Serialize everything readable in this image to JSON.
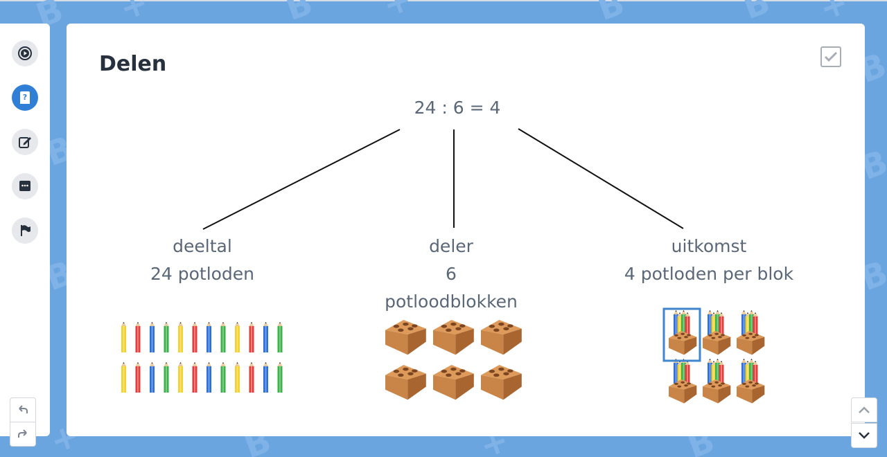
{
  "lesson": {
    "title": "Delen",
    "equation": "24 : 6 = 4",
    "columns": [
      {
        "term": "deeltal",
        "line1": "24 potloden",
        "line2": ""
      },
      {
        "term": "deler",
        "line1": "6",
        "line2": "potloodblokken"
      },
      {
        "term": "uitkomst",
        "line1": "4 potloden per blok",
        "line2": ""
      }
    ]
  },
  "illustration": {
    "pencil_rows": 2,
    "pencils_per_row": 12,
    "pencil_colors": [
      "#f2d230",
      "#e43b3b",
      "#2b6fd8",
      "#3cb34a"
    ],
    "block_count": 6,
    "block_color": "#c98447",
    "highlight_color": "#3f86cc"
  },
  "sidebar": {
    "items": [
      {
        "icon": "play-circle-icon"
      },
      {
        "icon": "question-book-icon",
        "active": true
      },
      {
        "icon": "edit-icon"
      },
      {
        "icon": "chat-icon"
      },
      {
        "icon": "flag-icon"
      }
    ]
  },
  "colors": {
    "background": "#6aa5e0",
    "accent": "#2f7fd6",
    "text": "#596777",
    "title": "#27303d"
  }
}
